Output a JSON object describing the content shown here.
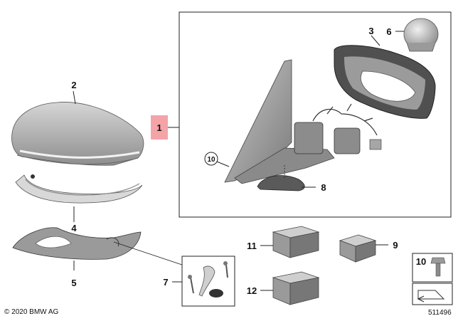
{
  "callouts": {
    "c1": "1",
    "c2": "2",
    "c3": "3",
    "c4": "4",
    "c5": "5",
    "c6": "6",
    "c7": "7",
    "c8": "8",
    "c9": "9",
    "c10": "10",
    "c10b": "10",
    "c11": "11",
    "c12": "12"
  },
  "footer": {
    "copyright": "© 2020 BMW AG",
    "diagram_number": "511496"
  },
  "colors": {
    "highlight": "#f4a3a8",
    "line": "#111111",
    "part_gray": "#a9a9a9",
    "dark_gray": "#5a5a5a"
  }
}
